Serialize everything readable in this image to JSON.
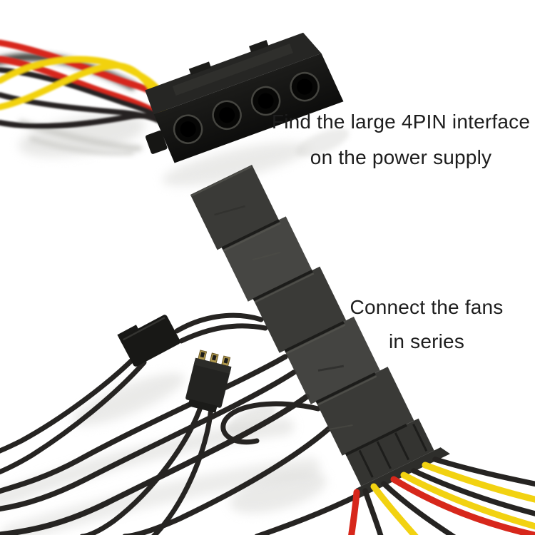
{
  "meta": {
    "kind": "product-instruction-photo",
    "subject": "PC power-supply 4PIN Molex cable with fan connectors daisy-chained in series"
  },
  "captions": {
    "step1": {
      "line1": "Find the large 4PIN interface",
      "line2": "on the power supply"
    },
    "step2": {
      "line1": "Connect the fans",
      "line2": "in series"
    }
  },
  "objects": {
    "molex_connector": "large 4PIN power supply connector",
    "fan_chain": "fan connectors stacked in series",
    "female_fan_connector": "small fan socket connector",
    "male_3pin_connector": "small 3-pin fan plug with gold pins",
    "wire_bundle": "red, yellow and black power wires"
  },
  "palette": {
    "background": "#ffffff",
    "text_color": "#1d1d1d",
    "wire_red": "#d7271b",
    "wire_yellow": "#f2d211",
    "wire_black": "#262422",
    "connector_black": "#181816",
    "chain_gray": "#3a3a37",
    "pin_gold": "#b29a4e",
    "shadow_gray": "#d6d6d3"
  }
}
